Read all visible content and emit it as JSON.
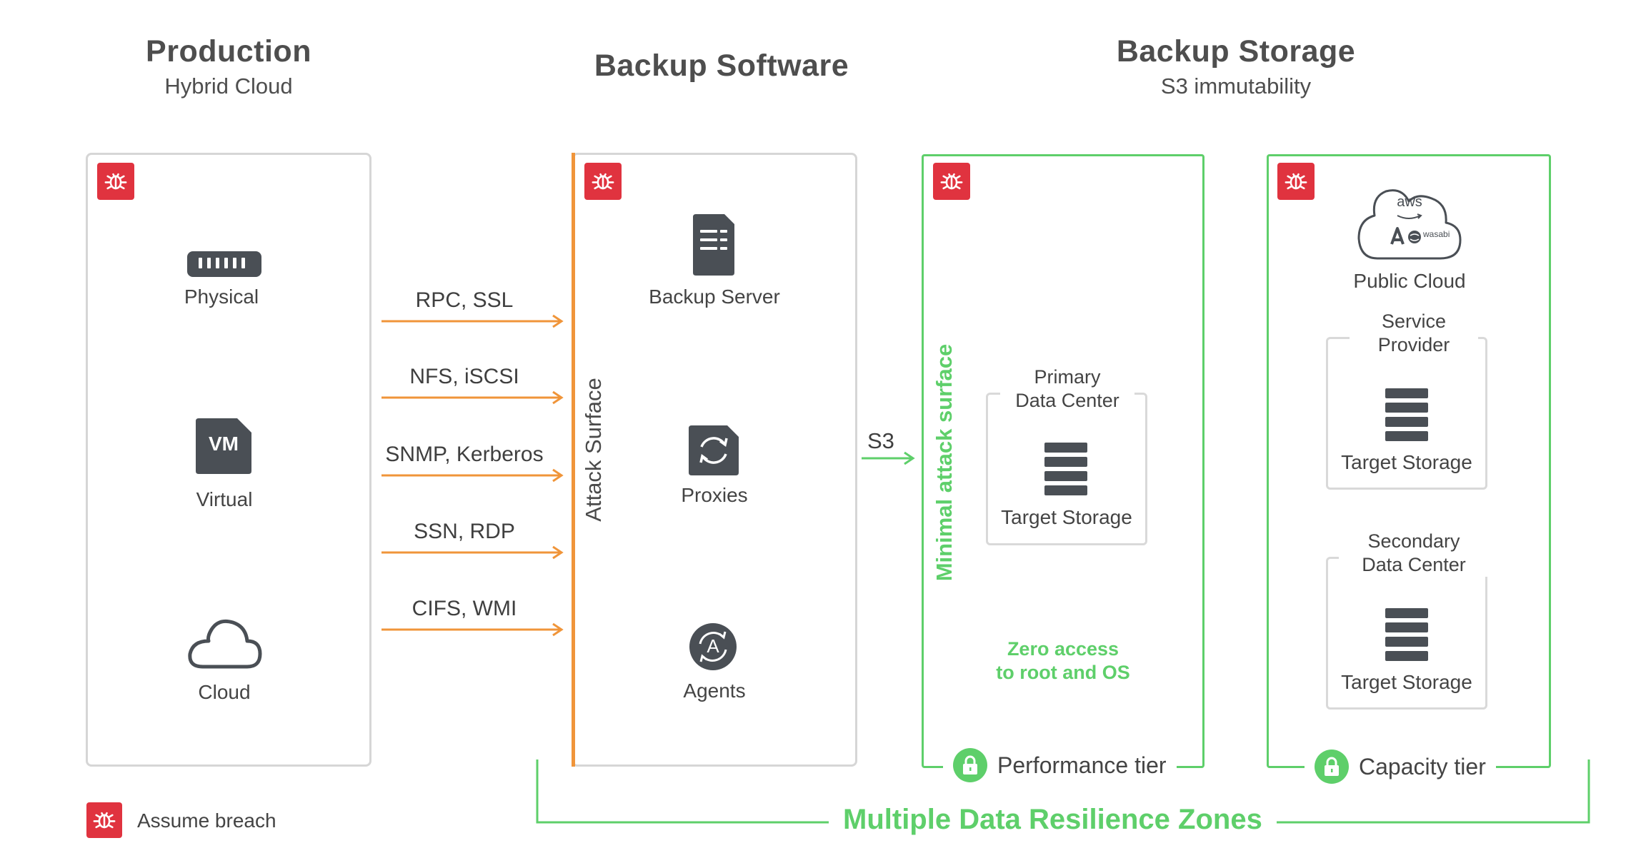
{
  "headers": {
    "production": {
      "title": "Production",
      "subtitle": "Hybrid Cloud"
    },
    "backup_software": {
      "title": "Backup Software"
    },
    "backup_storage": {
      "title": "Backup Storage",
      "subtitle": "S3 immutability"
    }
  },
  "production": {
    "items": [
      {
        "label": "Physical",
        "icon": "physical-server-icon"
      },
      {
        "label": "Virtual",
        "icon": "vm-icon",
        "icon_text": "VM"
      },
      {
        "label": "Cloud",
        "icon": "cloud-icon"
      }
    ]
  },
  "protocols": [
    "RPC, SSL",
    "NFS, iSCSI",
    "SNMP, Kerberos",
    "SSN, RDP",
    "CIFS, WMI"
  ],
  "backup_software": {
    "attack_surface_label": "Attack Surface",
    "items": [
      {
        "label": "Backup Server",
        "icon": "document-server-icon"
      },
      {
        "label": "Proxies",
        "icon": "sync-arrows-icon"
      },
      {
        "label": "Agents",
        "icon": "agent-icon",
        "icon_text": "A"
      }
    ]
  },
  "s3_label": "S3",
  "performance_tier": {
    "minimal_label": "Minimal attack surface",
    "box_title_line1": "Primary",
    "box_title_line2": "Data Center",
    "storage_label": "Target Storage",
    "zero_access_line1": "Zero access",
    "zero_access_line2": "to root and OS",
    "tier_label": "Performance tier"
  },
  "capacity_tier": {
    "public_cloud_label": "Public Cloud",
    "cloud_logos": [
      "aws",
      "wasabi"
    ],
    "service_provider_line1": "Service",
    "service_provider_line2": "Provider",
    "service_storage_label": "Target Storage",
    "secondary_line1": "Secondary",
    "secondary_line2": "Data Center",
    "secondary_storage_label": "Target Storage",
    "tier_label": "Capacity tier"
  },
  "resilience_zones_label": "Multiple Data Resilience Zones",
  "legend": {
    "label": "Assume breach",
    "icon": "bug-icon"
  },
  "colors": {
    "accent_green": "#5ecf6a",
    "attack_orange": "#f0953a",
    "breach_red": "#e0333f",
    "icon_dark": "#4a4f55"
  }
}
